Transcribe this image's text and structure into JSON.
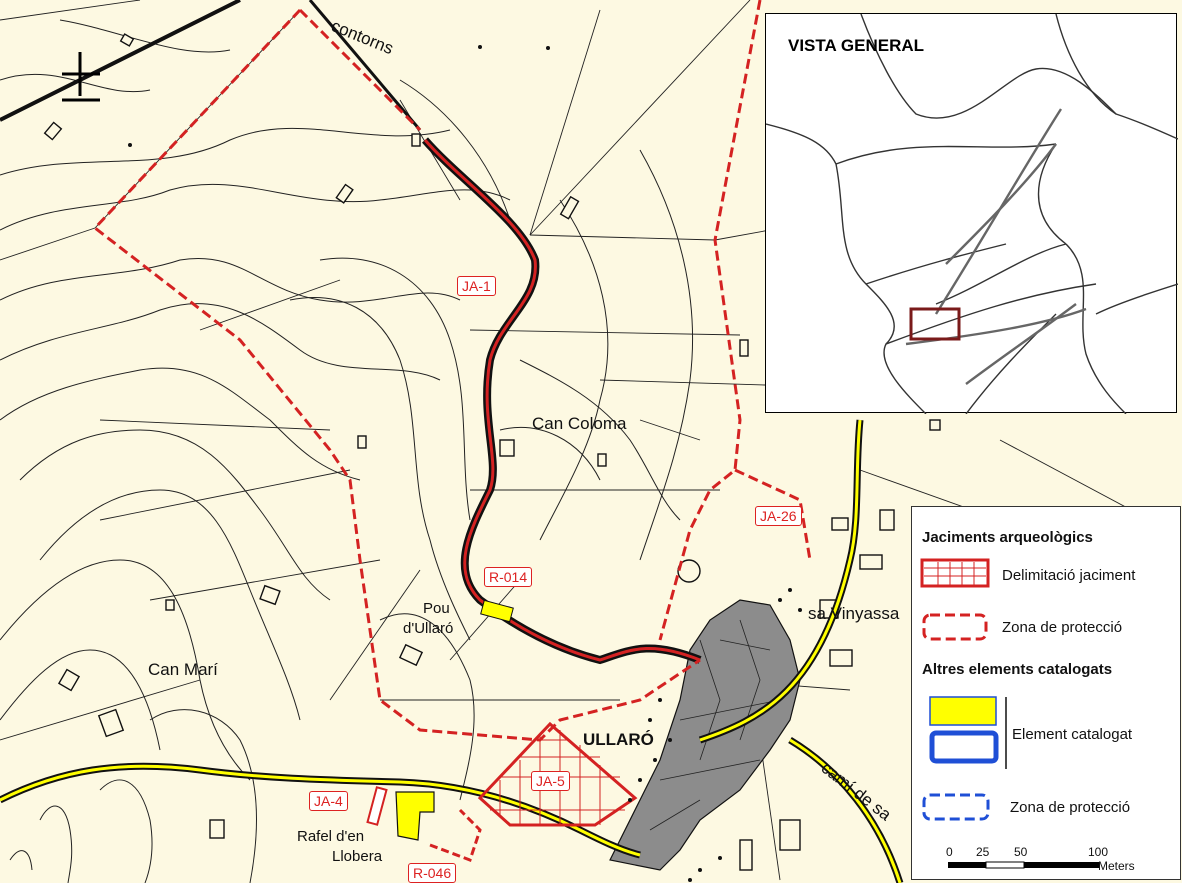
{
  "map": {
    "places": {
      "can_coloma": "Can Coloma",
      "pou": "Pou",
      "dullaro": "d'Ullaró",
      "can_mari": "Can Marí",
      "ullaro": "ULLARÓ",
      "rafel": "Rafel d'en",
      "llobera": "Llobera",
      "sa_vinyassa": "sa Vinyassa",
      "cami_de_sa": "camí de sa",
      "contorns": "contorns"
    },
    "site_tags": {
      "ja1": "JA-1",
      "ja4": "JA-4",
      "ja5": "JA-5",
      "ja26": "JA-26",
      "r014": "R-014",
      "r046": "R-046"
    },
    "colors": {
      "background": "#fdf9e2",
      "site_border": "#d42222",
      "catalogued_fill": "#ffff00",
      "catalogued_border": "#1f4fd6",
      "urban_fill": "#8c8c8c"
    }
  },
  "inset": {
    "title": "VISTA GENERAL"
  },
  "legend": {
    "section1_title": "Jaciments arqueològics",
    "item_delimitacio": "Delimitació jaciment",
    "item_zona1": "Zona de protecció",
    "section2_title": "Altres elements catalogats",
    "item_element": "Element catalogat",
    "item_zona2": "Zona de protecció",
    "scalebar": {
      "ticks": [
        "0",
        "25",
        "50",
        "100"
      ],
      "unit": "Meters"
    }
  }
}
